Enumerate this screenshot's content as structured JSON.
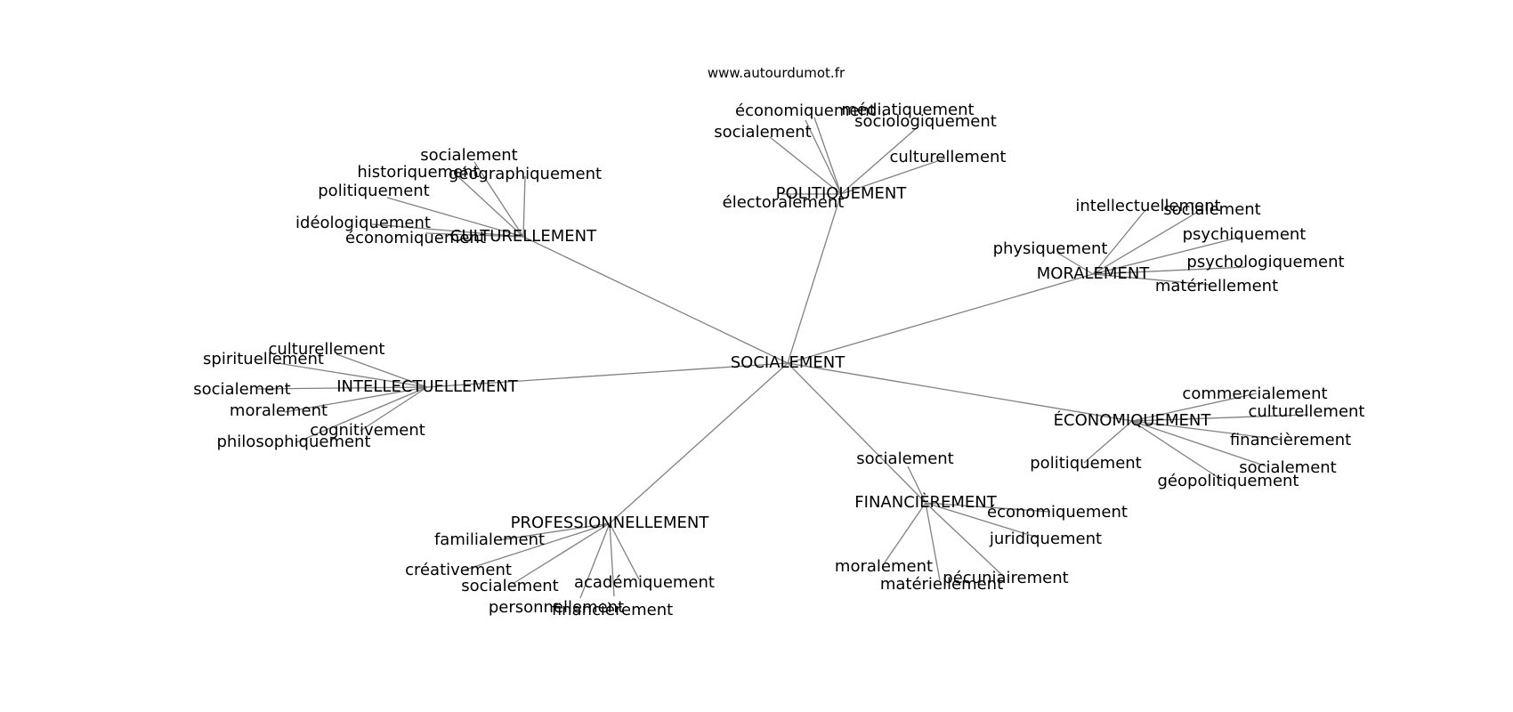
{
  "site": "www.autourdumot.fr",
  "colors": {
    "edge": "#808080",
    "text": "#000000",
    "background": "#ffffff"
  },
  "root": "SOCIALEMENT",
  "clusters": [
    {
      "id": "politiquement",
      "label": "POLITIQUEMENT",
      "leaves": [
        "économiquement",
        "médiatiquement",
        "socialement",
        "sociologiquement",
        "culturellement",
        "électoralement"
      ]
    },
    {
      "id": "culturellement",
      "label": "CULTURELLEMENT",
      "leaves": [
        "socialement",
        "historiquement",
        "géographiquement",
        "politiquement",
        "idéologiquement",
        "économiquement"
      ]
    },
    {
      "id": "moralement",
      "label": "MORALEMENT",
      "leaves": [
        "intellectuellement",
        "socialement",
        "psychiquement",
        "physiquement",
        "psychologiquement",
        "matériellement"
      ]
    },
    {
      "id": "intellectuellement",
      "label": "INTELLECTUELLEMENT",
      "leaves": [
        "culturellement",
        "spirituellement",
        "socialement",
        "moralement",
        "cognitivement",
        "philosophiquement"
      ]
    },
    {
      "id": "economiquement",
      "label": "ÉCONOMIQUEMENT",
      "leaves": [
        "commercialement",
        "culturellement",
        "financièrement",
        "politiquement",
        "socialement",
        "géopolitiquement"
      ]
    },
    {
      "id": "financierement",
      "label": "FINANCIÈREMENT",
      "leaves": [
        "socialement",
        "économiquement",
        "juridiquement",
        "moralement",
        "pécuniairement",
        "matériellement"
      ]
    },
    {
      "id": "professionnellement",
      "label": "PROFESSIONNELLEMENT",
      "leaves": [
        "familialement",
        "créativement",
        "socialement",
        "académiquement",
        "personnellement",
        "financièrement"
      ]
    }
  ]
}
